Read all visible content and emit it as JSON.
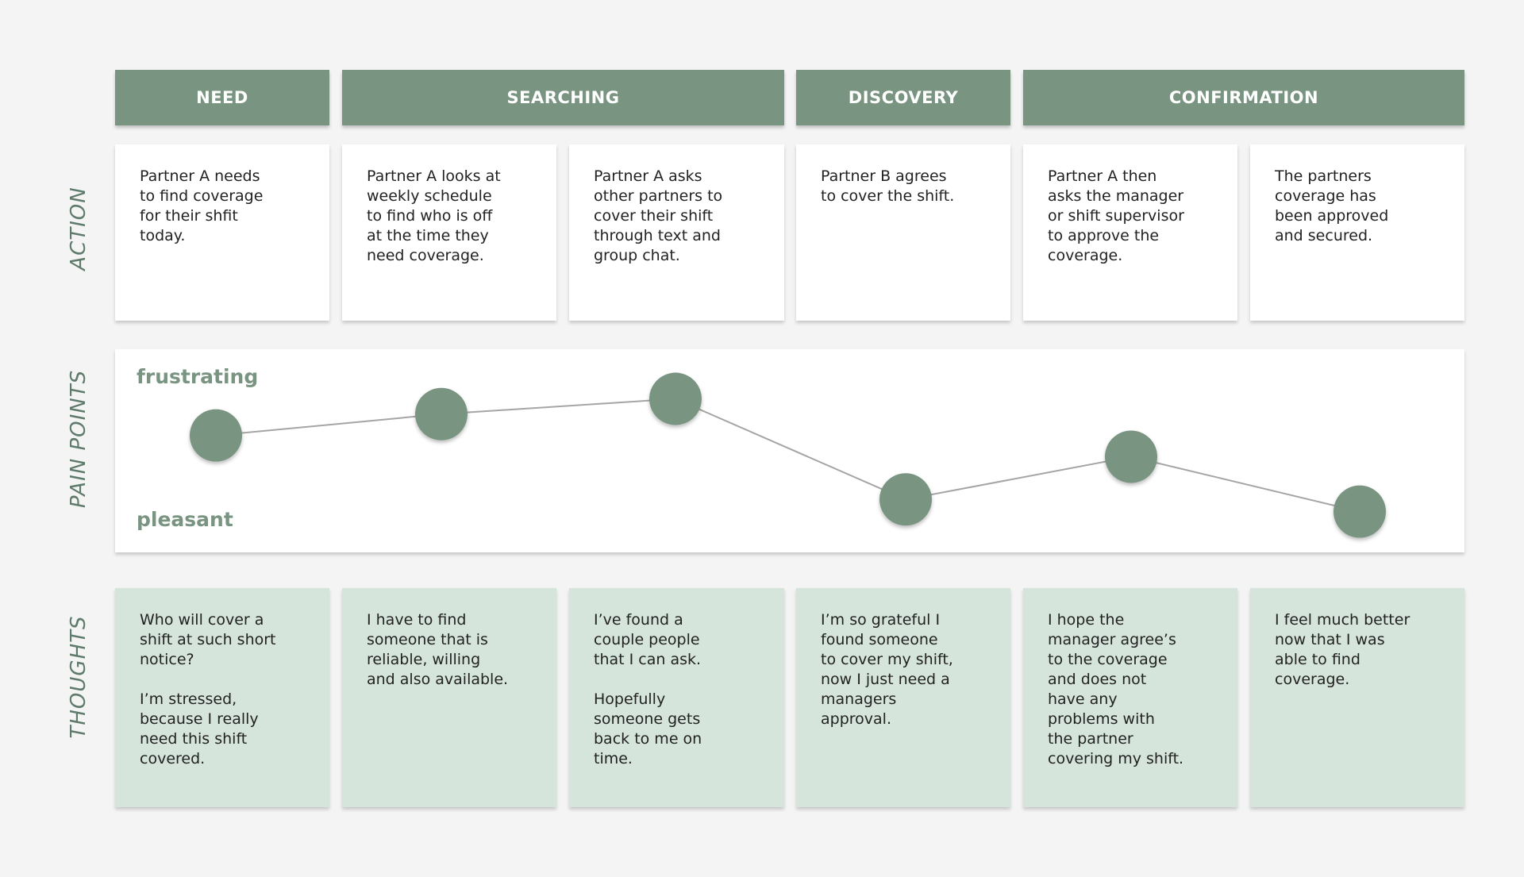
{
  "phases": [
    {
      "label": "NEED"
    },
    {
      "label": "SEARCHING"
    },
    {
      "label": "DISCOVERY"
    },
    {
      "label": "CONFIRMATION"
    }
  ],
  "row_labels": {
    "action": "ACTION",
    "pain_points": "PAIN POINTS",
    "thoughts": "THOUGHTS"
  },
  "actions": [
    "Partner A needs\nto find coverage\nfor their shfit\ntoday.",
    "Partner A looks at\nweekly schedule\nto find who is off\nat the time they\nneed coverage.",
    "Partner A asks\nother partners to\ncover their shift\nthrough text and\ngroup chat.",
    "Partner B agrees\nto cover the shift.",
    "Partner A then\nasks the manager\nor shift supervisor\nto approve the\ncoverage.",
    "The partners\ncoverage has\nbeen approved\nand secured."
  ],
  "thoughts": [
    "Who will cover a\nshift at such short\nnotice?\n\nI’m stressed,\nbecause I really\nneed this shift\ncovered.",
    "I have to find\nsomeone that is\nreliable, willing\nand also available.",
    "I’ve found a\ncouple people\nthat I can ask.\n\nHopefully\nsomeone gets\nback to me on\ntime.",
    "I’m so grateful I\nfound someone\nto cover my shift,\nnow I just need a\nmanagers\napproval.",
    "I hope the\nmanager agree’s\nto the coverage\nand does not\nhave any\nproblems with\nthe partner\ncovering my shift.",
    "I feel much better\nnow that I was\nable to find\ncoverage."
  ],
  "chart_data": {
    "type": "line",
    "scale_top": "frustrating",
    "scale_bottom": "pleasant",
    "values": [
      0.58,
      0.72,
      0.82,
      0.16,
      0.44,
      0.08
    ],
    "ylim": [
      0,
      1
    ],
    "colors": {
      "marker": "#7a9482",
      "line": "#a5a5a5"
    }
  }
}
